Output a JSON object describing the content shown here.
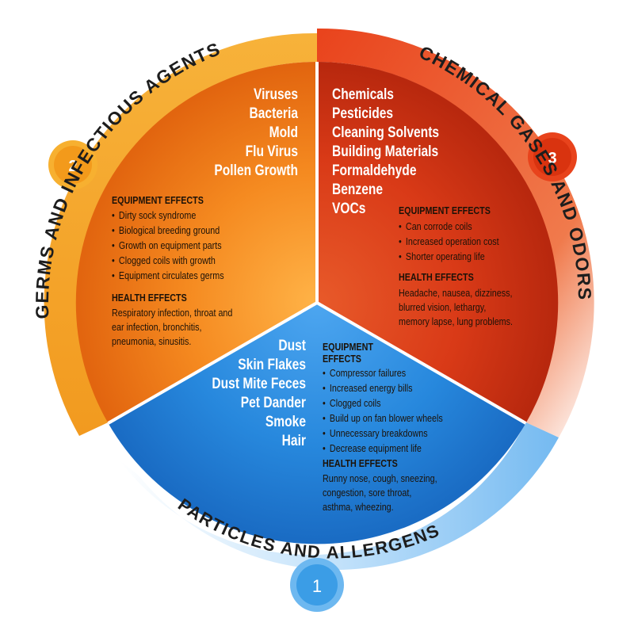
{
  "sections": {
    "germs": {
      "title": "GERMS AND INFECTIOUS AGENTS",
      "number": "2",
      "color": "#f28a1e",
      "agents": [
        "Viruses",
        "Bacteria",
        "Mold",
        "Flu Virus",
        "Pollen Growth"
      ],
      "equipment_heading": "EQUIPMENT EFFECTS",
      "equipment_effects": [
        "Dirty sock syndrome",
        "Biological breeding ground",
        "Growth on equipment parts",
        "Clogged coils with growth",
        "Equipment circulates germs"
      ],
      "health_heading": "HEALTH EFFECTS",
      "health_lines": [
        "Respiratory infection, throat and",
        "ear infection, bronchitis,",
        "pneumonia, sinusitis."
      ]
    },
    "chemical": {
      "title": "CHEMICAL GASES AND ODORS",
      "number": "3",
      "color": "#e8451e",
      "agents": [
        "Chemicals",
        "Pesticides",
        "Cleaning Solvents",
        "Building Materials",
        "Formaldehyde",
        "Benzene",
        "VOCs"
      ],
      "equipment_heading": "EQUIPMENT EFFECTS",
      "equipment_effects": [
        "Can corrode coils",
        "Increased operation cost",
        "Shorter operating life"
      ],
      "health_heading": "HEALTH EFFECTS",
      "health_lines": [
        "Headache, nausea, dizziness,",
        "blurred vision, lethargy,",
        "memory lapse, lung problems."
      ]
    },
    "particles": {
      "title": "PARTICLES AND ALLERGENS",
      "number": "1",
      "color": "#2b8fe0",
      "agents": [
        "Dust",
        "Skin Flakes",
        "Dust Mite Feces",
        "Pet Dander",
        "Smoke",
        "Hair"
      ],
      "equipment_heading_lines": [
        "EQUIPMENT",
        "EFFECTS"
      ],
      "equipment_effects": [
        "Compressor failures",
        "Increased energy bills",
        "Clogged coils",
        "Build up on fan blower wheels",
        "Unnecessary breakdowns",
        "Decrease equipment life"
      ],
      "health_heading": "HEALTH EFFECTS",
      "health_lines": [
        "Runny nose, cough, sneezing,",
        "congestion, sore throat,",
        "asthma, wheezing."
      ]
    }
  }
}
